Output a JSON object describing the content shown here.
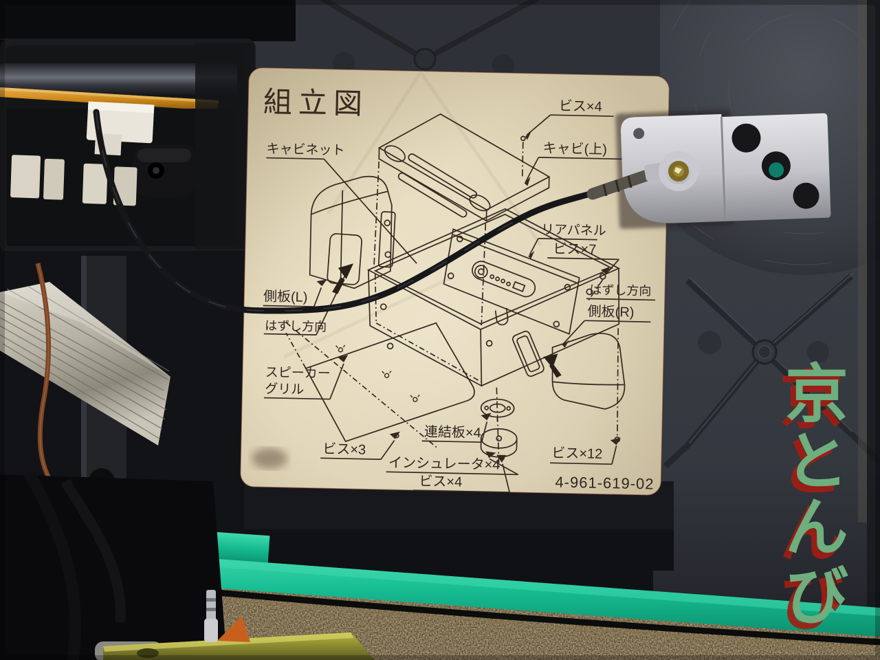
{
  "label": {
    "title": "組立図",
    "part_number": "4-961-619-02",
    "callouts": {
      "cabinet": "キャビネット",
      "screws4_top": "ビス×4",
      "cab_top": "キャビ(上)",
      "rear_panel": "リアパネル",
      "screws7": "ビス×7",
      "remove_dir_right": "はずし方向",
      "side_panel_r": "側板(R)",
      "side_panel_l": "側板(L)",
      "remove_dir_left": "はずし方向",
      "speaker_grill_line1": "スピーカー",
      "speaker_grill_line2": "グリル",
      "link_plate4": "連結板×4",
      "screws3": "ビス×3",
      "insulator4": "インシュレータ×4",
      "screws4_bottom": "ビス×4",
      "screws12": "ビス×12"
    }
  },
  "watermark": {
    "chars": [
      "京",
      "と",
      "ん",
      "び"
    ]
  },
  "colors": {
    "sticker": "#e8ddc1",
    "ink": "#332a20",
    "foam_green": "#17bd92",
    "carpet_base": "#55462c",
    "panel_dark": "#383c43",
    "watermark_green": "#6fae7e",
    "watermark_red": "#a31d12",
    "bracket_silver": "#cfcfd4",
    "terminal_gold": "#8a7530",
    "pcb_orange": "#cf8a1a",
    "cable_black": "#17171a",
    "wire_brown": "#7a4526"
  }
}
